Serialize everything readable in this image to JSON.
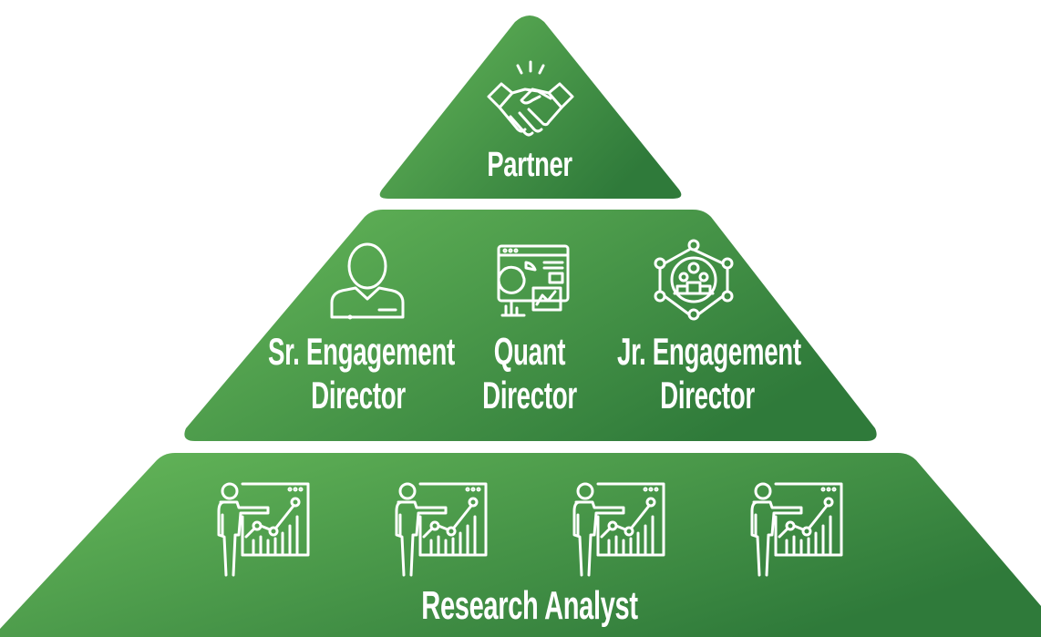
{
  "tiers": {
    "top": {
      "label": "Partner",
      "icon": "handshake-icon"
    },
    "middle": {
      "roles": [
        {
          "label_line1": "Sr. Engagement",
          "label_line2": "Director",
          "icon": "person-icon"
        },
        {
          "label_line1": "Quant",
          "label_line2": "Director",
          "icon": "analytics-dashboard-icon"
        },
        {
          "label_line1": "Jr. Engagement",
          "label_line2": "Director",
          "icon": "team-network-icon"
        }
      ]
    },
    "bottom": {
      "label": "Research Analyst",
      "icon": "presenter-chart-icon",
      "icon_count": 4
    }
  },
  "colors": {
    "gradient_light": "#66b85a",
    "gradient_dark": "#2f7a3a",
    "text": "#ffffff"
  }
}
